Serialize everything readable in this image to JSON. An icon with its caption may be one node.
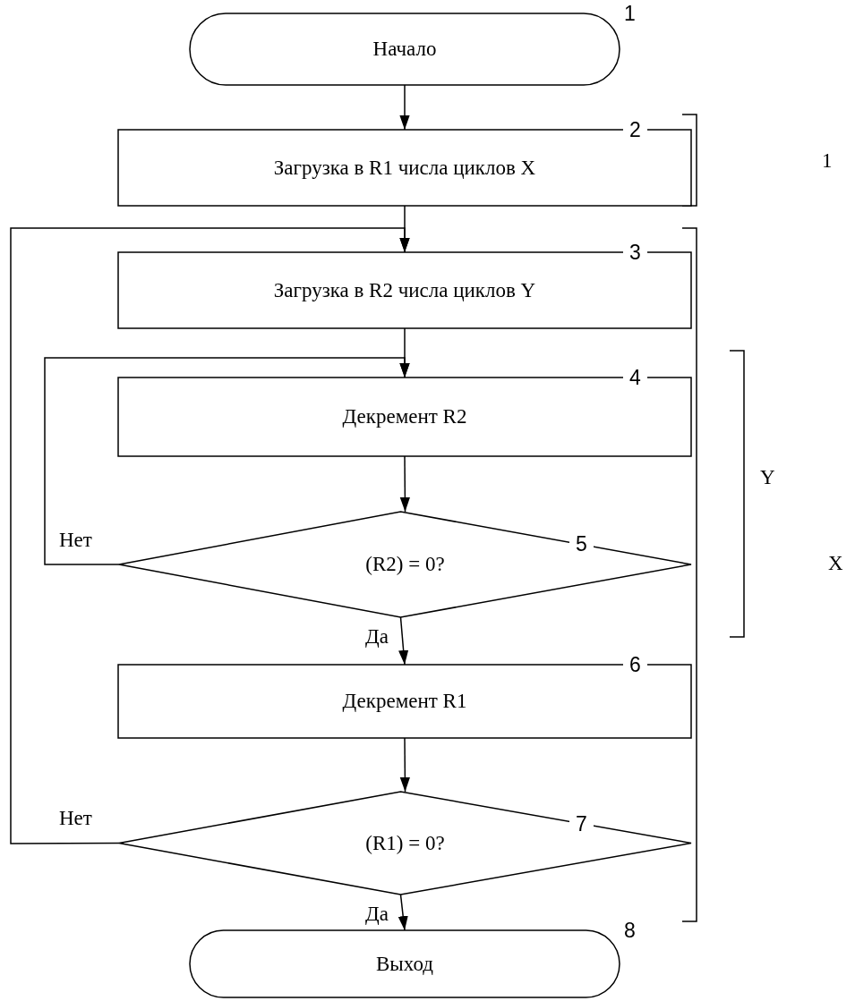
{
  "diagram": {
    "nodes": [
      {
        "text": [
          "Начало"
        ],
        "beside": [
          "1"
        ]
      },
      {
        "text": [
          "Загрузка в R1 числа циклов X"
        ],
        "beside": [
          "2"
        ]
      },
      {
        "text": [
          "Загрузка в R2 числа циклов Y"
        ],
        "beside": [
          "3"
        ]
      },
      {
        "text": [
          "Декремент R2"
        ],
        "beside": [
          "4"
        ]
      },
      {
        "text": [
          "(R2) = 0?"
        ],
        "beside": [
          "5"
        ]
      },
      {
        "text": [
          "Декремент R1"
        ],
        "beside": [
          "6"
        ]
      },
      {
        "text": [
          "(R1) = 0?"
        ],
        "beside": [
          "7"
        ]
      },
      {
        "text": [
          "Выход"
        ],
        "beside": [
          "8"
        ]
      }
    ],
    "edges": [
      {
        "from": 0,
        "to": 1,
        "arrow": "to"
      },
      {
        "from": 1,
        "to": 2,
        "arrow": "to"
      },
      {
        "from": 2,
        "to": 3,
        "arrow": "to"
      },
      {
        "from": 3,
        "to": 4,
        "arrow": "to"
      },
      {
        "from": 4,
        "to": 3,
        "label": "Нет",
        "arrow": "to"
      },
      {
        "from": 4,
        "to": 5,
        "label": "Да",
        "arrow": "to"
      },
      {
        "from": 5,
        "to": 6,
        "arrow": "to"
      },
      {
        "from": 6,
        "to": 2,
        "label": "Нет",
        "arrow": "to"
      },
      {
        "from": 6,
        "to": 7,
        "label": "Да",
        "arrow": "to"
      }
    ],
    "labels": [
      "1",
      "Y",
      "X"
    ]
  }
}
